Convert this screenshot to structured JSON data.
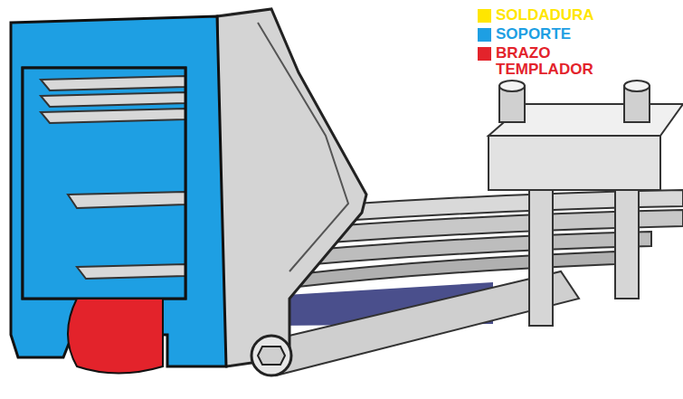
{
  "diagram": {
    "legend": [
      {
        "text": "SOLDADURA",
        "color": "#ffe600"
      },
      {
        "text": "SOPORTE",
        "color": "#1e9fe3"
      },
      {
        "text": "BRAZO TEMPLADOR",
        "color": "#e3232b"
      }
    ]
  }
}
